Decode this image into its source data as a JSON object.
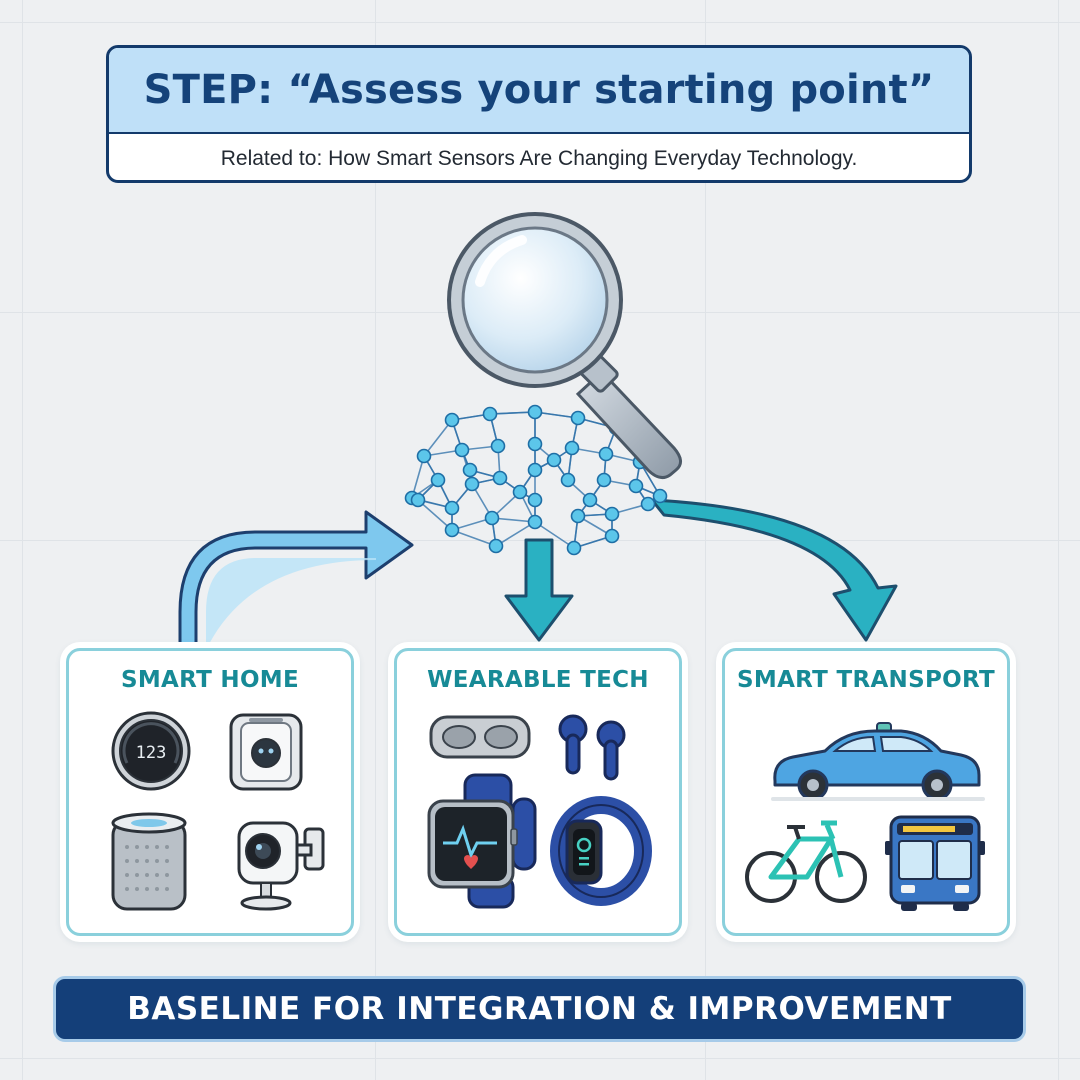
{
  "header": {
    "title": "STEP: “Assess your starting point”",
    "subtitle": "Related to: How Smart Sensors Are Changing Everyday Technology."
  },
  "categories": [
    {
      "title": "SMART HOME",
      "devices": [
        "thermostat-icon",
        "smart-plug-icon",
        "smart-speaker-icon",
        "security-camera-icon"
      ]
    },
    {
      "title": "WEARABLE TECH",
      "devices": [
        "earbuds-case-icon",
        "earbuds-icon",
        "smartwatch-icon",
        "fitness-band-icon"
      ]
    },
    {
      "title": "SMART TRANSPORT",
      "devices": [
        "self-driving-car-icon",
        "bicycle-icon",
        "bus-icon"
      ]
    }
  ],
  "thermostat_display": "123",
  "footer": {
    "banner": "BASELINE FOR INTEGRATION & IMPROVEMENT"
  },
  "colors": {
    "navy": "#143f79",
    "teal": "#178a96",
    "light_blue": "#bfe0f8",
    "node": "#5cc6ea"
  }
}
